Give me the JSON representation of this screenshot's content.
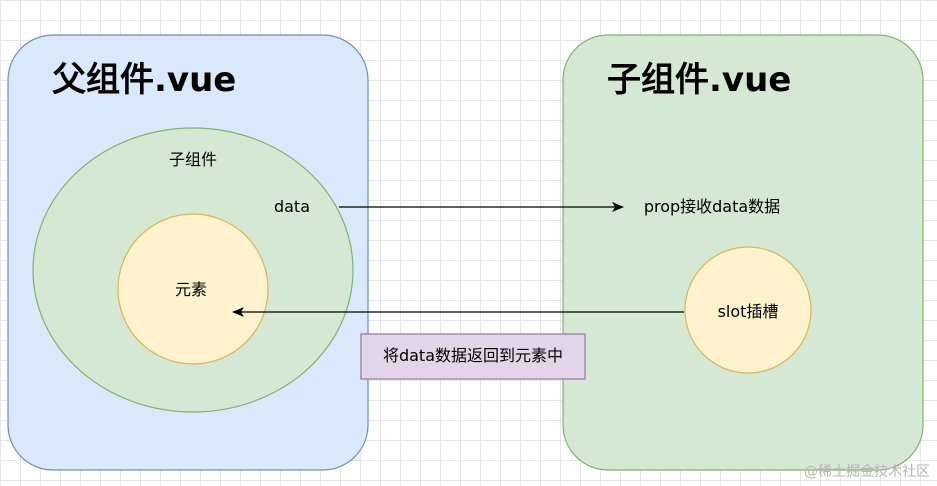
{
  "parent": {
    "title": "父组件.vue",
    "child_label": "子组件",
    "data_label": "data",
    "element_label": "元素"
  },
  "child": {
    "title": "子组件.vue",
    "prop_label": "prop接收data数据",
    "slot_label": "slot插槽"
  },
  "return_note": "将data数据返回到元素中",
  "watermark": "@稀土掘金技术社区",
  "colors": {
    "parent_fill": "#dae8fc",
    "parent_stroke": "#6c8ebf",
    "child_fill": "#d5e8d4",
    "child_stroke": "#82b366",
    "element_fill": "#fff2cc",
    "element_stroke": "#d6b656",
    "note_fill": "#e1d5e7",
    "note_stroke": "#9673a6",
    "arrow": "#000000"
  }
}
